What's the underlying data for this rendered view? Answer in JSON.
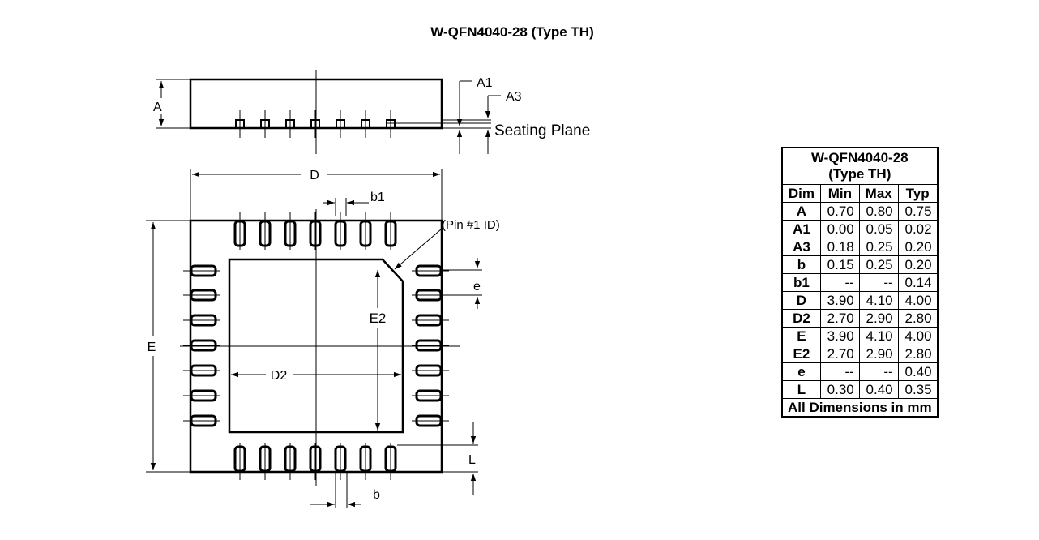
{
  "title": "W-QFN4040-28 (Type TH)",
  "drawing": {
    "labels": {
      "A": "A",
      "A1": "A1",
      "A3": "A3",
      "seating_plane": "Seating Plane",
      "D": "D",
      "b1": "b1",
      "pin1": "(Pin #1 ID)",
      "e": "e",
      "E2": "E2",
      "E": "E",
      "D2": "D2",
      "L": "L",
      "b": "b"
    }
  },
  "table": {
    "caption_line1": "W-QFN4040-28",
    "caption_line2": "(Type TH)",
    "headers": [
      "Dim",
      "Min",
      "Max",
      "Typ"
    ],
    "rows": [
      [
        "A",
        "0.70",
        "0.80",
        "0.75"
      ],
      [
        "A1",
        "0.00",
        "0.05",
        "0.02"
      ],
      [
        "A3",
        "0.18",
        "0.25",
        "0.20"
      ],
      [
        "b",
        "0.15",
        "0.25",
        "0.20"
      ],
      [
        "b1",
        "--",
        "--",
        "0.14"
      ],
      [
        "D",
        "3.90",
        "4.10",
        "4.00"
      ],
      [
        "D2",
        "2.70",
        "2.90",
        "2.80"
      ],
      [
        "E",
        "3.90",
        "4.10",
        "4.00"
      ],
      [
        "E2",
        "2.70",
        "2.90",
        "2.80"
      ],
      [
        "e",
        "--",
        "--",
        "0.40"
      ],
      [
        "L",
        "0.30",
        "0.40",
        "0.35"
      ]
    ],
    "footer": "All Dimensions in mm"
  }
}
